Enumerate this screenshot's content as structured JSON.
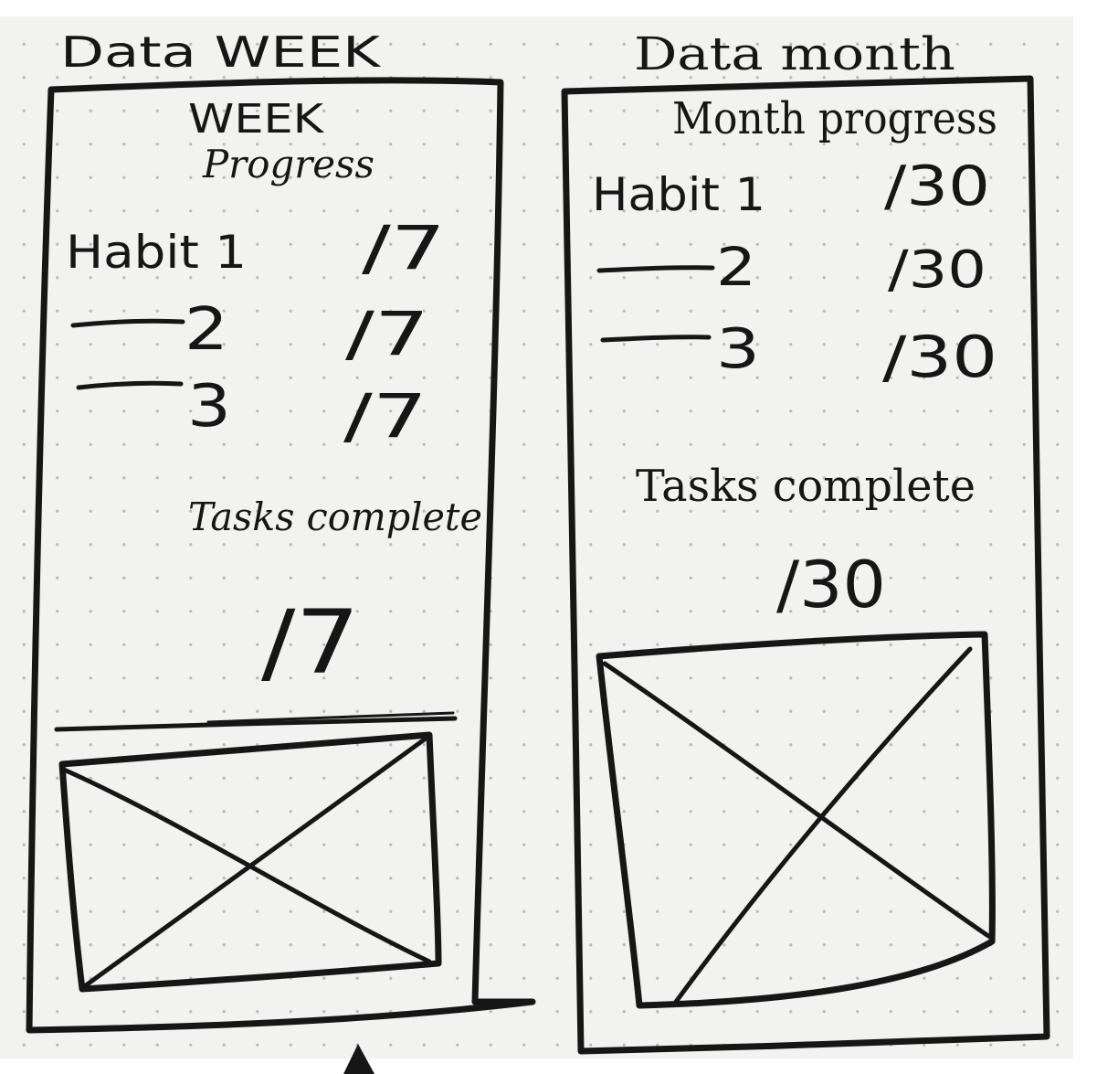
{
  "week": {
    "header": "Data  WEEK",
    "title_line1": "WEEK",
    "title_line2": "Progress",
    "habits": [
      {
        "label": "Habit 1",
        "value": "/7"
      },
      {
        "label": "2",
        "value": "/7"
      },
      {
        "label": "3",
        "value": "/7"
      }
    ],
    "tasks_label": "Tasks complete",
    "tasks_value": "/7"
  },
  "month": {
    "header": "Data month",
    "title": "Month progress",
    "habits": [
      {
        "label": "Habit 1",
        "value": "/30"
      },
      {
        "label": "2",
        "value": "/30"
      },
      {
        "label": "3",
        "value": "/30"
      }
    ],
    "tasks_label": "Tasks complete",
    "tasks_value": "/30"
  }
}
